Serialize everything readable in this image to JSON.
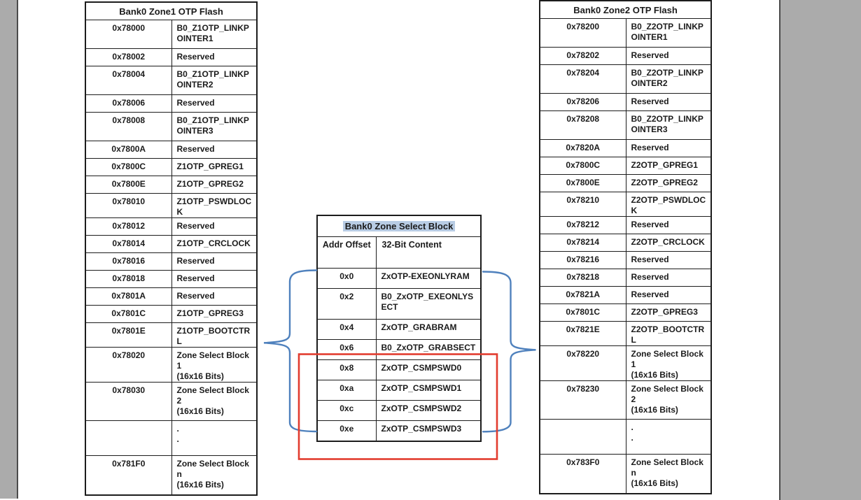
{
  "figure": {
    "zone1_table": {
      "title": "Bank0 Zone1 OTP Flash",
      "rows": [
        {
          "addr": "0x78000",
          "content": "B0_Z1OTP_LINKPOINTER1"
        },
        {
          "addr": "0x78002",
          "content": "Reserved"
        },
        {
          "addr": "0x78004",
          "content": "B0_Z1OTP_LINKPOINTER2"
        },
        {
          "addr": "0x78006",
          "content": "Reserved"
        },
        {
          "addr": "0x78008",
          "content": "B0_Z1OTP_LINKPOINTER3"
        },
        {
          "addr": "0x7800A",
          "content": "Reserved"
        },
        {
          "addr": "0x7800C",
          "content": "Z1OTP_GPREG1"
        },
        {
          "addr": "0x7800E",
          "content": "Z1OTP_GPREG2"
        },
        {
          "addr": "0x78010",
          "content": "Z1OTP_PSWDLOCK"
        },
        {
          "addr": "0x78012",
          "content": "Reserved"
        },
        {
          "addr": "0x78014",
          "content": "Z1OTP_CRCLOCK"
        },
        {
          "addr": "0x78016",
          "content": "Reserved"
        },
        {
          "addr": "0x78018",
          "content": "Reserved"
        },
        {
          "addr": "0x7801A",
          "content": "Reserved"
        },
        {
          "addr": "0x7801C",
          "content": "Z1OTP_GPREG3"
        },
        {
          "addr": "0x7801E",
          "content": "Z1OTP_BOOTCTRL"
        },
        {
          "addr": "0x78020",
          "content": "Zone Select Block 1\n(16x16 Bits)"
        },
        {
          "addr": "0x78030",
          "content": "Zone Select Block 2\n(16x16 Bits)"
        },
        {
          "addr": "",
          "content": ".\n."
        },
        {
          "addr": "0x781F0",
          "content": "Zone Select Block n\n(16x16 Bits)"
        }
      ]
    },
    "select_table": {
      "title": "Bank0 Zone Select Block",
      "columns": [
        "Addr Offset",
        "32-Bit Content"
      ],
      "rows": [
        {
          "addr": "0x0",
          "content": "ZxOTP-EXEONLYRAM"
        },
        {
          "addr": "0x2",
          "content": "B0_ZxOTP_EXEONLYSECT"
        },
        {
          "addr": "0x4",
          "content": "ZxOTP_GRABRAM"
        },
        {
          "addr": "0x6",
          "content": "B0_ZxOTP_GRABSECT"
        },
        {
          "addr": "0x8",
          "content": "ZxOTP_CSMPSWD0"
        },
        {
          "addr": "0xa",
          "content": "ZxOTP_CSMPSWD1"
        },
        {
          "addr": "0xc",
          "content": "ZxOTP_CSMPSWD2"
        },
        {
          "addr": "0xe",
          "content": "ZxOTP_CSMPSWD3"
        }
      ]
    },
    "zone2_table": {
      "title": "Bank0 Zone2 OTP Flash",
      "rows": [
        {
          "addr": "0x78200",
          "content": "B0_Z2OTP_LINKPOINTER1"
        },
        {
          "addr": "0x78202",
          "content": "Reserved"
        },
        {
          "addr": "0x78204",
          "content": "B0_Z2OTP_LINKPOINTER2"
        },
        {
          "addr": "0x78206",
          "content": "Reserved"
        },
        {
          "addr": "0x78208",
          "content": "B0_Z2OTP_LINKPOINTER3"
        },
        {
          "addr": "0x7820A",
          "content": "Reserved"
        },
        {
          "addr": "0x7800C",
          "content": "Z2OTP_GPREG1"
        },
        {
          "addr": "0x7800E",
          "content": "Z2OTP_GPREG2"
        },
        {
          "addr": "0x78210",
          "content": "Z2OTP_PSWDLOCK"
        },
        {
          "addr": "0x78212",
          "content": "Reserved"
        },
        {
          "addr": "0x78214",
          "content": "Z2OTP_CRCLOCK"
        },
        {
          "addr": "0x78216",
          "content": "Reserved"
        },
        {
          "addr": "0x78218",
          "content": "Reserved"
        },
        {
          "addr": "0x7821A",
          "content": "Reserved"
        },
        {
          "addr": "0x7801C",
          "content": "Z2OTP_GPREG3"
        },
        {
          "addr": "0x7821E",
          "content": "Z2OTP_BOOTCTRL"
        },
        {
          "addr": "0x78220",
          "content": "Zone Select Block 1\n(16x16 Bits)"
        },
        {
          "addr": "0x78230",
          "content": "Zone Select Block 2\n(16x16 Bits)"
        },
        {
          "addr": "",
          "content": ".\n."
        },
        {
          "addr": "0x783F0",
          "content": "Zone Select Block n\n(16x16 Bits)"
        }
      ]
    },
    "colors": {
      "brace": "#4f81bd",
      "highlight_box": "#e23c2f",
      "title_highlight": "#b8cce4"
    }
  }
}
